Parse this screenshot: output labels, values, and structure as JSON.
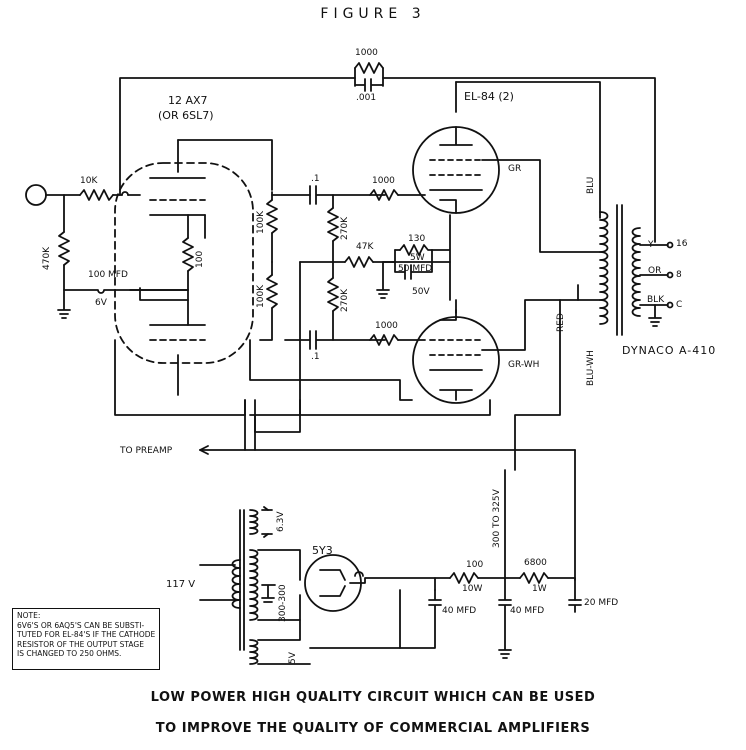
{
  "figure_title": "FIGURE 3",
  "caption_line1": "LOW POWER HIGH QUALITY CIRCUIT WHICH CAN BE USED",
  "caption_line2": "TO IMPROVE THE QUALITY OF COMMERCIAL AMPLIFIERS",
  "tubes": {
    "preamp": "12 AX7",
    "preamp_alt": "(OR 6SL7)",
    "output": "EL-84 (2)",
    "rectifier": "5Y3"
  },
  "components": {
    "fb_res": "1000",
    "fb_cap": ".001",
    "in_res": "10K",
    "in_shunt": "470K",
    "cathode_res": "100",
    "cathode_cap": "100 MFD",
    "cathode_cap_v": "6V",
    "plate_res_1": "100K",
    "plate_res_2": "100K",
    "coupling_cap_1": ".1",
    "coupling_cap_2": ".1",
    "grid_res_1": "270K",
    "grid_res_2": "270K",
    "grid_stop_1": "1000",
    "grid_stop_2": "1000",
    "bias_res": "47K",
    "out_cathode_res": "130",
    "out_cathode_res_w": "5W",
    "out_cathode_cap": "50 MFD",
    "out_cathode_cap_v": "50V",
    "filter_res_1": "100",
    "filter_res_1_w": "10W",
    "filter_res_2": "6800",
    "filter_res_2_w": "1W",
    "filter_cap_1": "40 MFD",
    "filter_cap_2": "40 MFD",
    "filter_cap_3": "20 MFD"
  },
  "transformer": {
    "name": "DYNACO  A-410",
    "taps": [
      "Y",
      "OR",
      "BLK"
    ],
    "tap_ohms": [
      "16",
      "8",
      "C"
    ],
    "wires": [
      "GR",
      "BLU",
      "GR-WH",
      "RED",
      "BLU-WH"
    ]
  },
  "power": {
    "mains": "117 V",
    "heater": "6.3V",
    "hv_secondary": "300-300",
    "rect_heater": "5V",
    "b_plus": "300 TO 325V",
    "to_preamp": "TO PREAMP"
  },
  "note_lines": [
    "NOTE:",
    "6V6'S OR 6AQ5'S CAN BE SUBSTI-",
    "TUTED FOR EL-84'S IF THE CATHODE",
    "RESISTOR OF THE OUTPUT STAGE",
    "IS CHANGED TO 250 OHMS."
  ]
}
